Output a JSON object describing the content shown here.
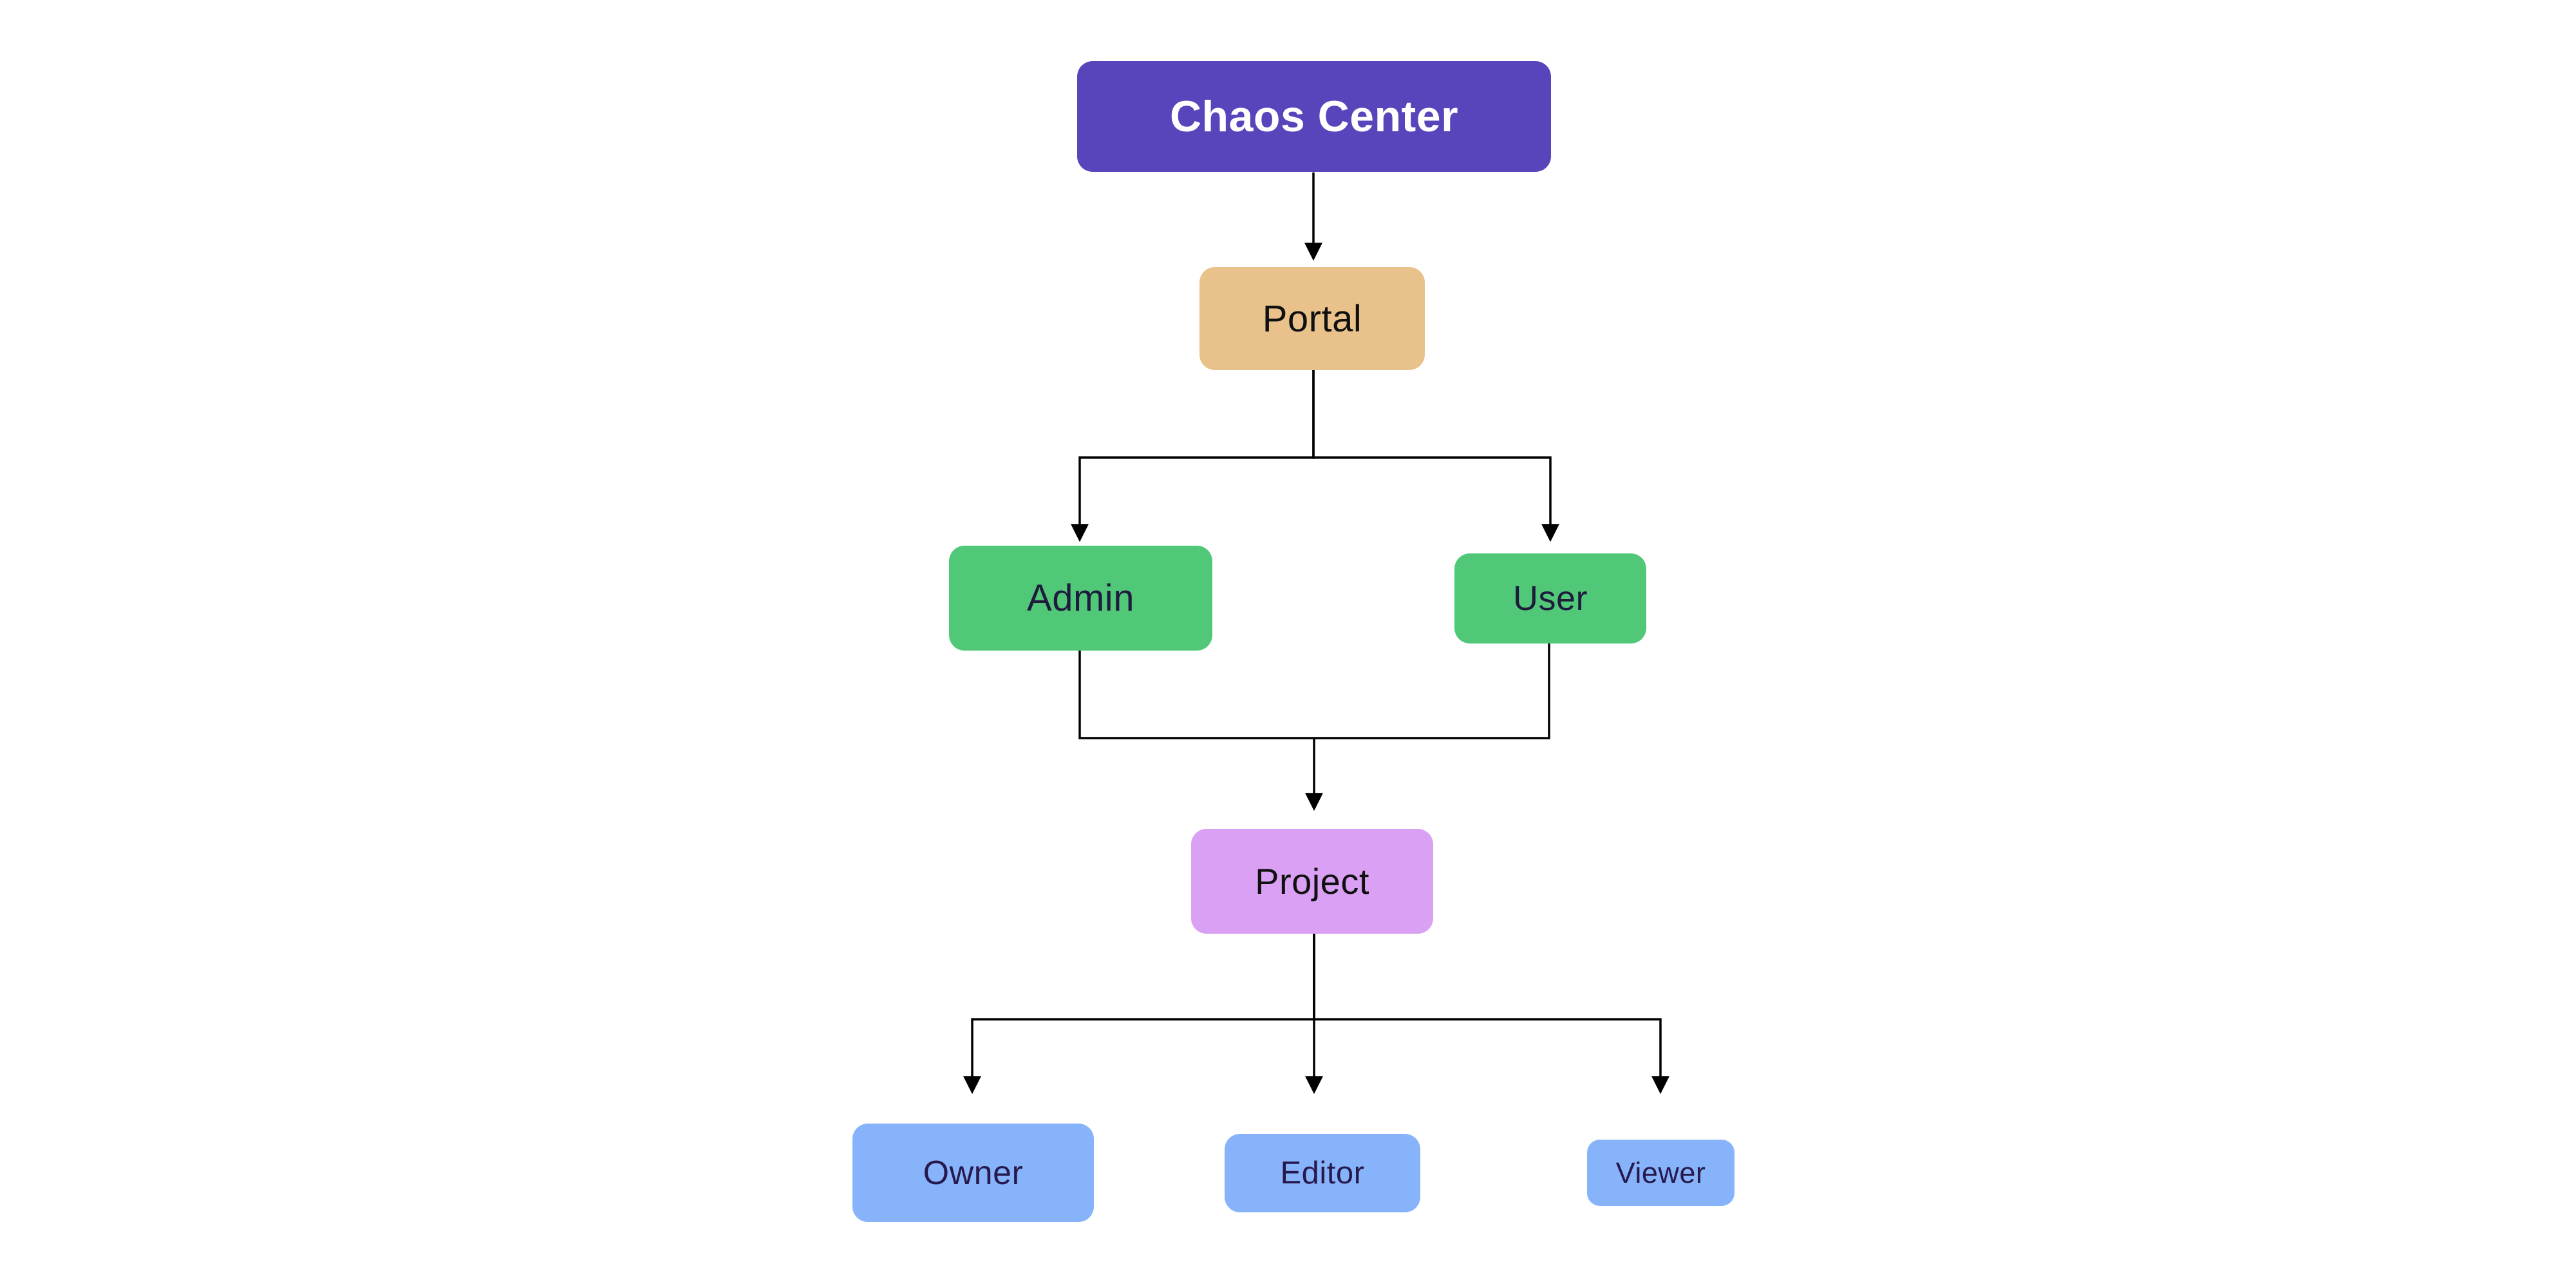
{
  "diagram": {
    "type": "flowchart",
    "background": "#ffffff",
    "edge_color": "#000000",
    "nodes": {
      "chaos_center": {
        "label": "Chaos Center",
        "fill": "#5845bb",
        "text_color": "#ffffff"
      },
      "portal": {
        "label": "Portal",
        "fill": "#e9c28b",
        "text_color": "#101010"
      },
      "admin": {
        "label": "Admin",
        "fill": "#50c878",
        "text_color": "#1e1b3c"
      },
      "user": {
        "label": "User",
        "fill": "#50c878",
        "text_color": "#1e1b3c"
      },
      "project": {
        "label": "Project",
        "fill": "#d9a0f3",
        "text_color": "#101010"
      },
      "owner": {
        "label": "Owner",
        "fill": "#86b3f9",
        "text_color": "#27194e"
      },
      "editor": {
        "label": "Editor",
        "fill": "#86b3f9",
        "text_color": "#27194e"
      },
      "viewer": {
        "label": "Viewer",
        "fill": "#86b3f9",
        "text_color": "#27194e"
      }
    },
    "edges": [
      {
        "from": "Chaos Center",
        "to": "Portal"
      },
      {
        "from": "Portal",
        "to": "Admin"
      },
      {
        "from": "Portal",
        "to": "User"
      },
      {
        "from": "Admin",
        "to": "Project"
      },
      {
        "from": "User",
        "to": "Project"
      },
      {
        "from": "Project",
        "to": "Owner"
      },
      {
        "from": "Project",
        "to": "Editor"
      },
      {
        "from": "Project",
        "to": "Viewer"
      }
    ]
  }
}
